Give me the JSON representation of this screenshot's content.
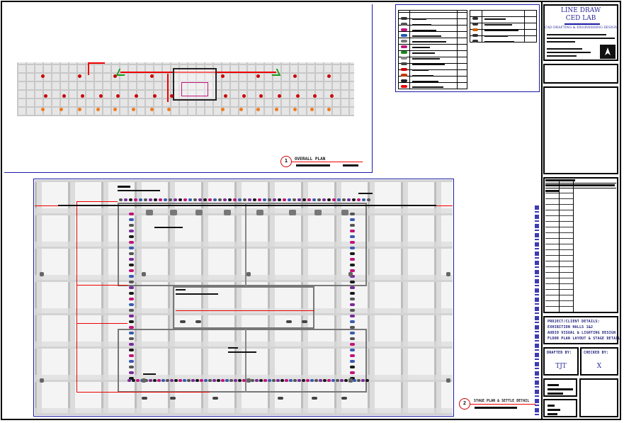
{
  "company": {
    "name_line1": "LINE DRAW",
    "name_line2": "CED LAB",
    "tagline": "CAD DRAFTING & ENGINEERING DESIGN"
  },
  "project": {
    "label": "PROJECT/CLIENT DETAILS:",
    "line1": "EXHIBITION HALLS 1&2",
    "line2": "AUDIO VISUAL & LIGHTING DESIGN -",
    "line3": "FLOOR PLAN LAYOUT & STAGE DETAIL"
  },
  "signoff": {
    "drafted_label": "DRAFTED BY:",
    "drafted_value": "TJT",
    "checked_label": "CHECKED BY:",
    "checked_value": "X"
  },
  "views": {
    "overall_number": "1",
    "overall_title": "OVERALL PLAN",
    "stage_number": "2",
    "stage_title": "STAGE PLAN & SETTLE DETAIL"
  },
  "colors": {
    "border_blue": "#1a1aa6",
    "accent_red": "#e00000",
    "text_navy": "#1a1a7a"
  },
  "icons": {
    "logo": "north-arrow-logo-icon"
  }
}
